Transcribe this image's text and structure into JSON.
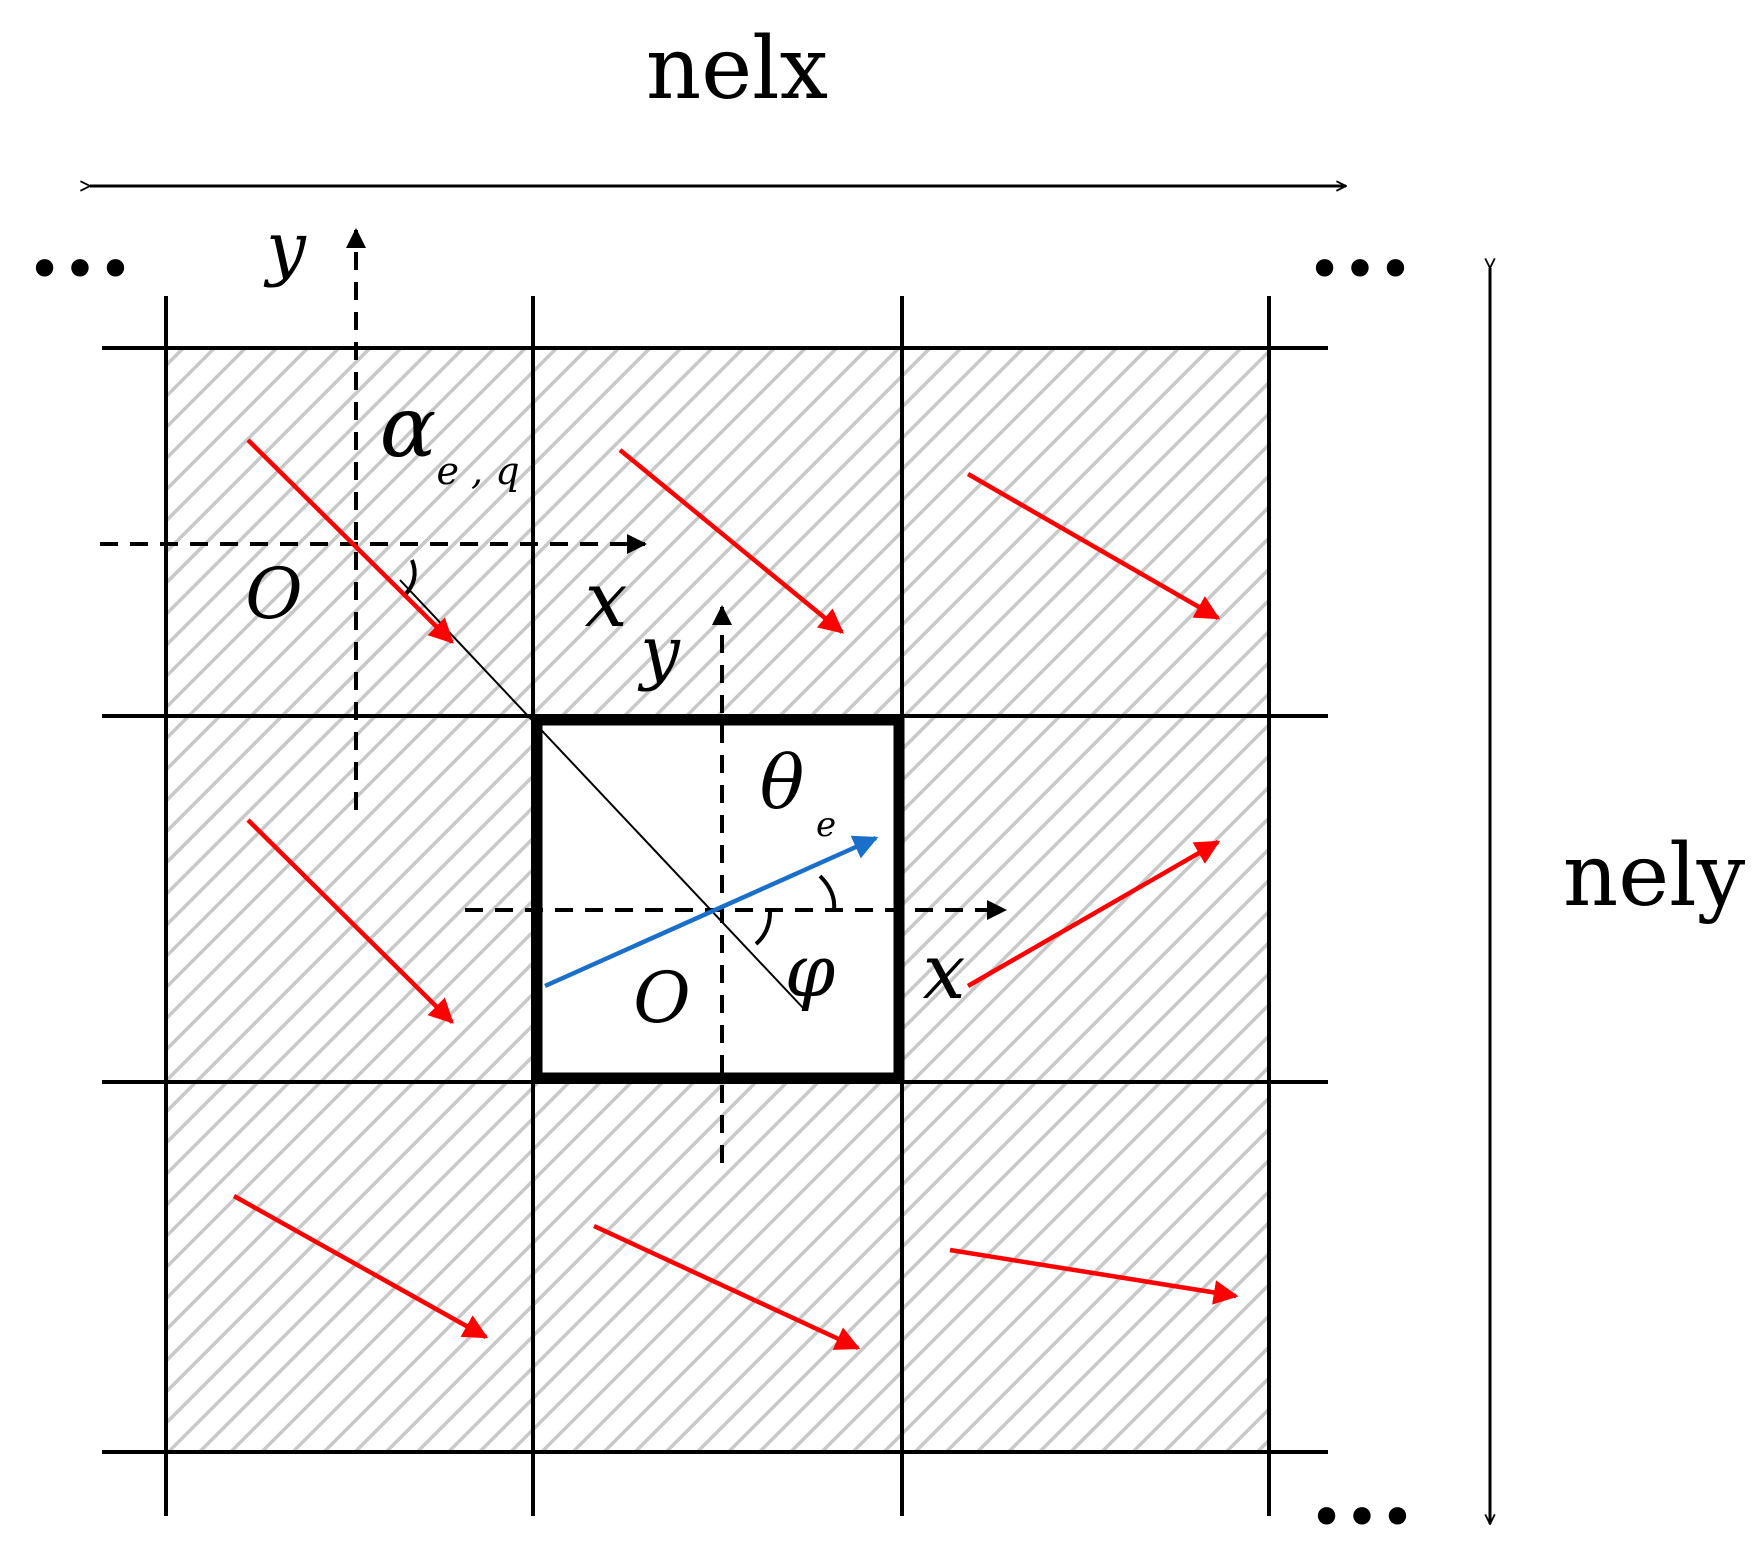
{
  "labels": {
    "nelx": "nelx",
    "nely": "nely",
    "ellipsis": "•••",
    "axis_x": "x",
    "axis_y": "y",
    "origin": "O",
    "alpha_symbol": "α",
    "alpha_subscript": "e , q",
    "theta_symbol": "θ",
    "theta_subscript": "e",
    "phi": "φ"
  },
  "colors": {
    "grid_line": "#000000",
    "hatch": "#c8c8c8",
    "neighbor_arrow": "#ff0000",
    "center_arrow": "#1a6fc9",
    "background": "#ffffff"
  }
}
